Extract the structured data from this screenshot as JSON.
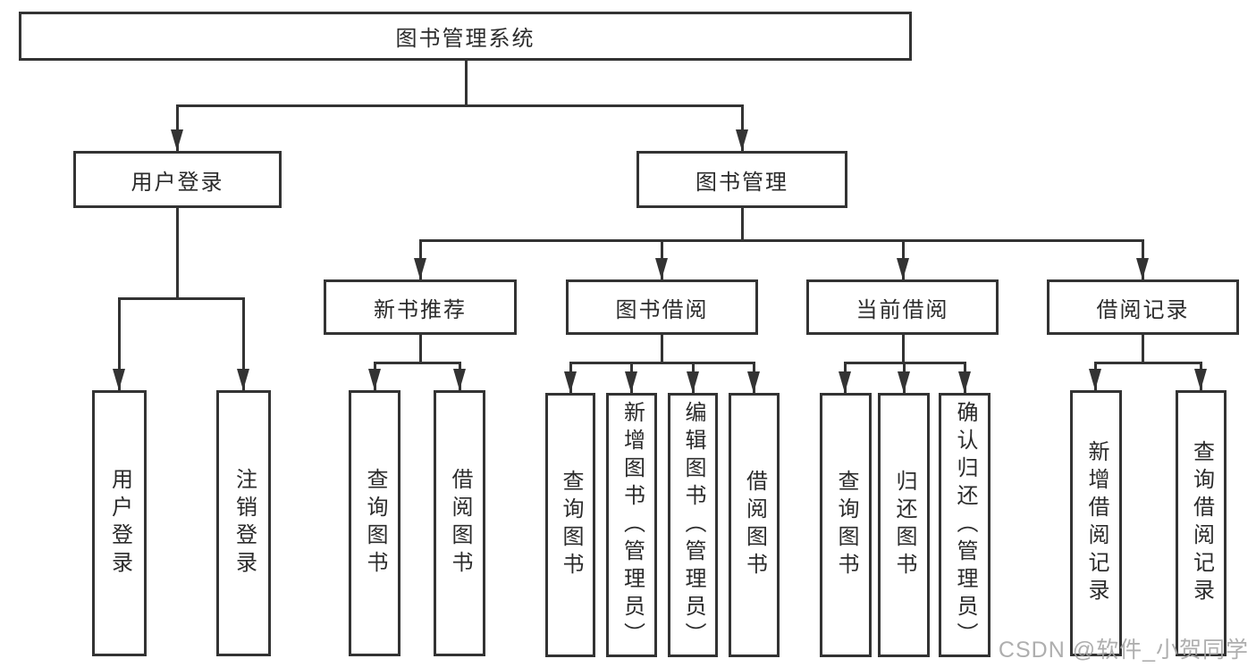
{
  "diagram": {
    "type": "hierarchy-tree",
    "tree": {
      "label": "图书管理系统",
      "children": [
        {
          "label": "用户登录",
          "children": [
            {
              "label": "用户登录"
            },
            {
              "label": "注销登录"
            }
          ]
        },
        {
          "label": "图书管理",
          "children": [
            {
              "label": "新书推荐",
              "children": [
                {
                  "label": "查询图书"
                },
                {
                  "label": "借阅图书"
                }
              ]
            },
            {
              "label": "图书借阅",
              "children": [
                {
                  "label": "查询图书"
                },
                {
                  "label": "新增图书（管理员）"
                },
                {
                  "label": "编辑图书（管理员）"
                },
                {
                  "label": "借阅图书"
                }
              ]
            },
            {
              "label": "当前借阅",
              "children": [
                {
                  "label": "查询图书"
                },
                {
                  "label": "归还图书"
                },
                {
                  "label": "确认归还（管理员）"
                }
              ]
            },
            {
              "label": "借阅记录",
              "children": [
                {
                  "label": "新增借阅记录"
                },
                {
                  "label": "查询借阅记录"
                }
              ]
            }
          ]
        }
      ]
    }
  },
  "watermark": {
    "text": "CSDN @软件_小贺同学"
  },
  "colors": {
    "line": "#333333",
    "box_border": "#333333",
    "text": "#2b2b2b",
    "watermark": "#a6a6a6",
    "background": "#ffffff"
  }
}
